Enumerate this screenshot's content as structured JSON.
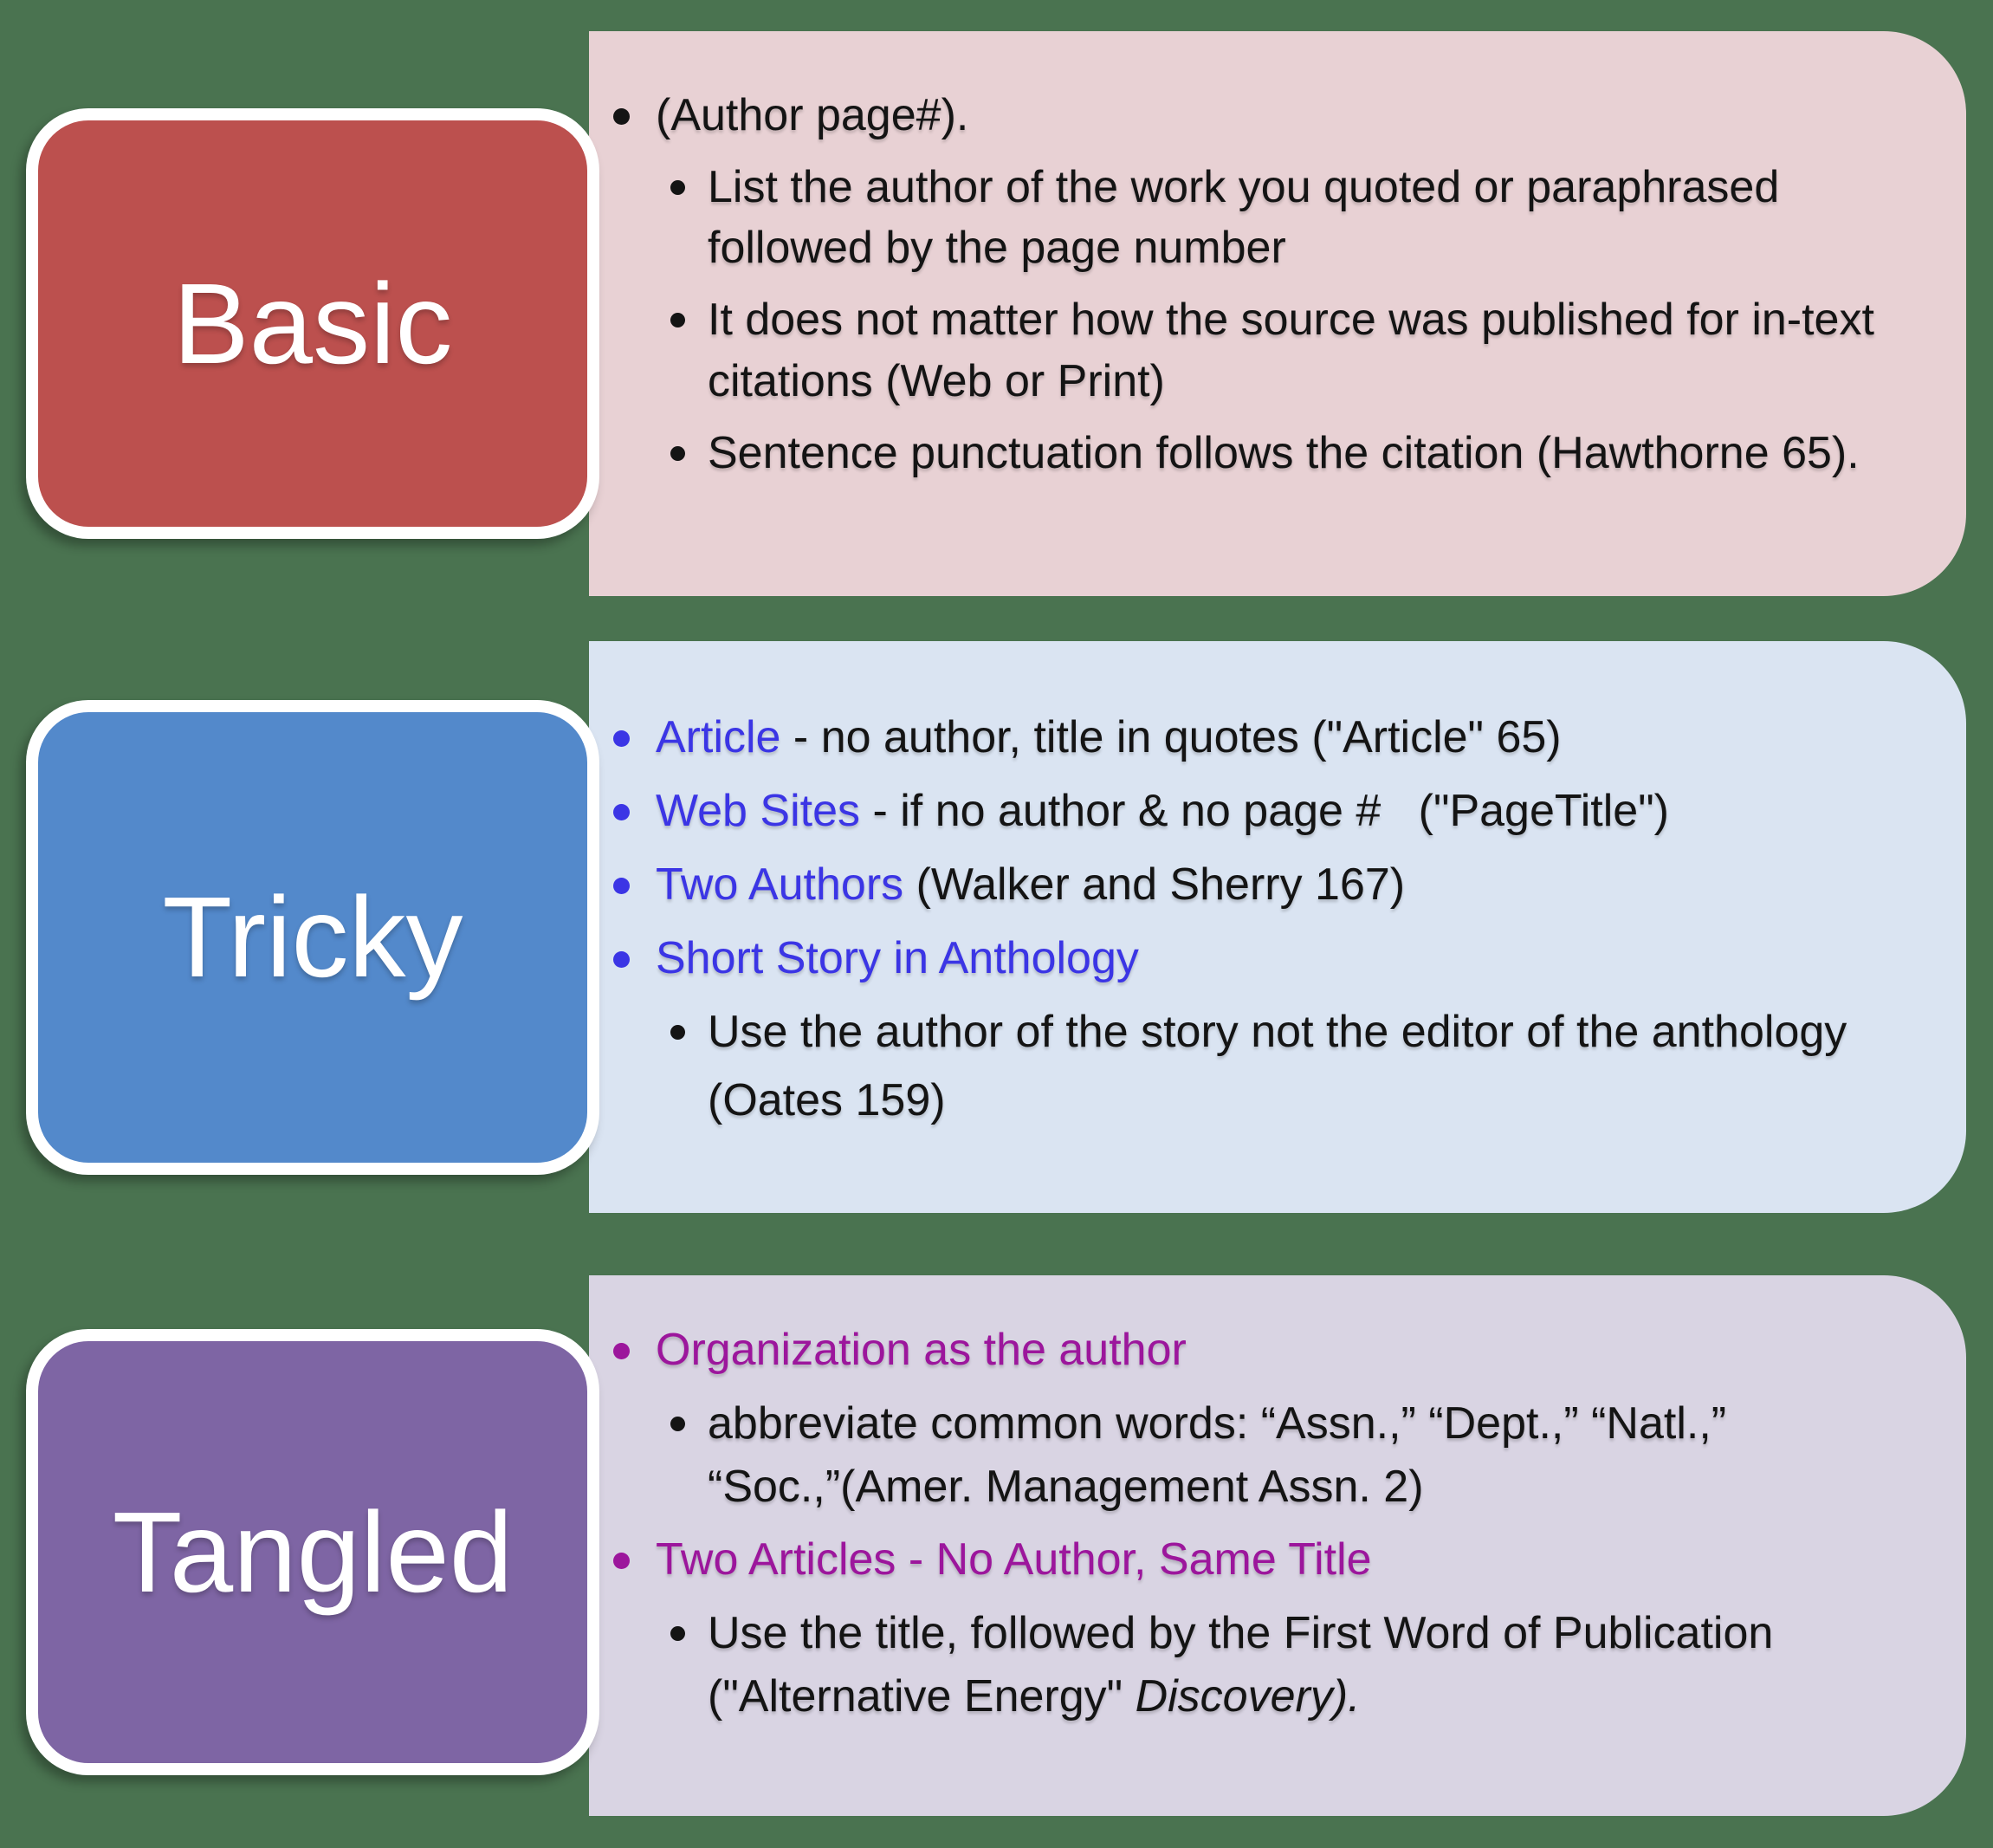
{
  "background_color": "#4A7350",
  "text_color": "#141414",
  "border_color": "#FFFFFF",
  "sections": [
    {
      "id": "basic",
      "label": "Basic",
      "box_color": "#BC504E",
      "panel_color": "#E8D1D4",
      "lead_color": "#141414",
      "items": [
        {
          "level": 1,
          "segments": [
            {
              "style": "normal",
              "text": "(Author page#)."
            }
          ]
        },
        {
          "level": 2,
          "segments": [
            {
              "style": "normal",
              "text": "List the author of the work you quoted or paraphrased followed by the page number"
            }
          ]
        },
        {
          "level": 2,
          "segments": [
            {
              "style": "normal",
              "text": "It does not matter how the source was published for in-text citations (Web or Print)"
            }
          ]
        },
        {
          "level": 2,
          "segments": [
            {
              "style": "normal",
              "text": "Sentence punctuation follows the citation (Hawthorne 65)."
            }
          ]
        }
      ]
    },
    {
      "id": "tricky",
      "label": "Tricky",
      "box_color": "#5389CB",
      "panel_color": "#DAE4F2",
      "lead_color": "#3B35E5",
      "items": [
        {
          "level": 1,
          "segments": [
            {
              "style": "lead",
              "text": "Article"
            },
            {
              "style": "normal",
              "text": " - no author, title in quotes (\"Article\" 65)"
            }
          ]
        },
        {
          "level": 1,
          "segments": [
            {
              "style": "lead",
              "text": "Web Sites"
            },
            {
              "style": "normal",
              "text": " - if no author & no page #   (\"PageTitle\")"
            }
          ]
        },
        {
          "level": 1,
          "segments": [
            {
              "style": "lead",
              "text": "Two Authors"
            },
            {
              "style": "normal",
              "text": " (Walker and Sherry 167)"
            }
          ]
        },
        {
          "level": 1,
          "segments": [
            {
              "style": "lead",
              "text": "Short Story in Anthology"
            }
          ]
        },
        {
          "level": 2,
          "segments": [
            {
              "style": "normal",
              "text": "Use the author of the story not the editor of the anthology (Oates 159)"
            }
          ]
        }
      ]
    },
    {
      "id": "tangled",
      "label": "Tangled",
      "box_color": "#7E65A4",
      "panel_color": "#D9D4E3",
      "lead_color": "#9C169C",
      "items": [
        {
          "level": 1,
          "segments": [
            {
              "style": "lead",
              "text": "Organization as the author"
            }
          ]
        },
        {
          "level": 2,
          "segments": [
            {
              "style": "normal",
              "text": "abbreviate common words: “Assn.,” “Dept.,” “Natl.,” “Soc.,”(Amer. Management Assn. 2)"
            }
          ]
        },
        {
          "level": 1,
          "segments": [
            {
              "style": "lead",
              "text": "Two Articles - No Author, Same Title"
            }
          ]
        },
        {
          "level": 2,
          "segments": [
            {
              "style": "normal",
              "text": "Use the title, followed by the First Word of Publication (\"Alternative Energy\" "
            },
            {
              "style": "italic",
              "text": "Discovery)."
            }
          ]
        }
      ]
    }
  ]
}
